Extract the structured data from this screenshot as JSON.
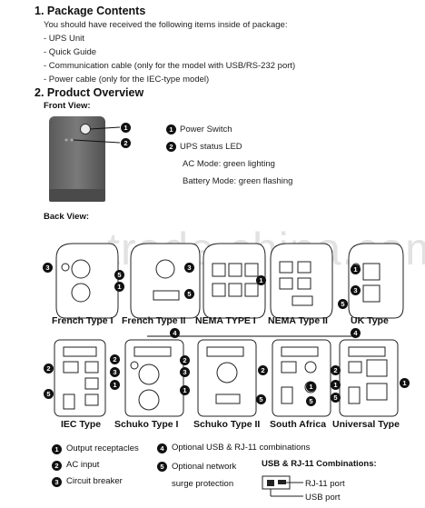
{
  "section1": {
    "title": "1. Package Contents",
    "intro": "You should have received the following items inside of package:",
    "items": [
      "- UPS Unit",
      "- Quick Guide",
      "- Communication cable (only for the model with USB/RS-232 port)",
      "- Power cable (only for the IEC-type model)"
    ]
  },
  "section2": {
    "title": "2. Product Overview",
    "front_view_label": "Front View:",
    "back_view_label": "Back View:",
    "front_callouts": [
      "Power Switch",
      "UPS status LED"
    ],
    "ac_mode": "AC Mode: green lighting",
    "battery_mode": "Battery Mode: green flashing"
  },
  "watermark": "trade.china.com",
  "back_models": {
    "row1": [
      "French Type I",
      "French Type II",
      "NEMA TYPE I",
      "NEMA Type II",
      "UK Type"
    ],
    "row2": [
      "IEC Type",
      "Schuko Type I",
      "Schuko Type II",
      "South Africa",
      "Universal Type"
    ]
  },
  "legend": {
    "items": [
      {
        "num": "1",
        "text": "Output receptacles"
      },
      {
        "num": "2",
        "text": "AC input"
      },
      {
        "num": "3",
        "text": "Circuit breaker"
      },
      {
        "num": "4",
        "text": "Optional USB & RJ-11 combinations"
      },
      {
        "num": "5",
        "text": "Optional network"
      },
      {
        "num": "",
        "text": "surge protection"
      }
    ],
    "combo_title": "USB & RJ-11 Combinations:",
    "combo_items": [
      "RJ-11 port",
      "USB port"
    ]
  },
  "colors": {
    "ups_body": "#6a6a6a",
    "text": "#111111",
    "background": "#ffffff"
  }
}
